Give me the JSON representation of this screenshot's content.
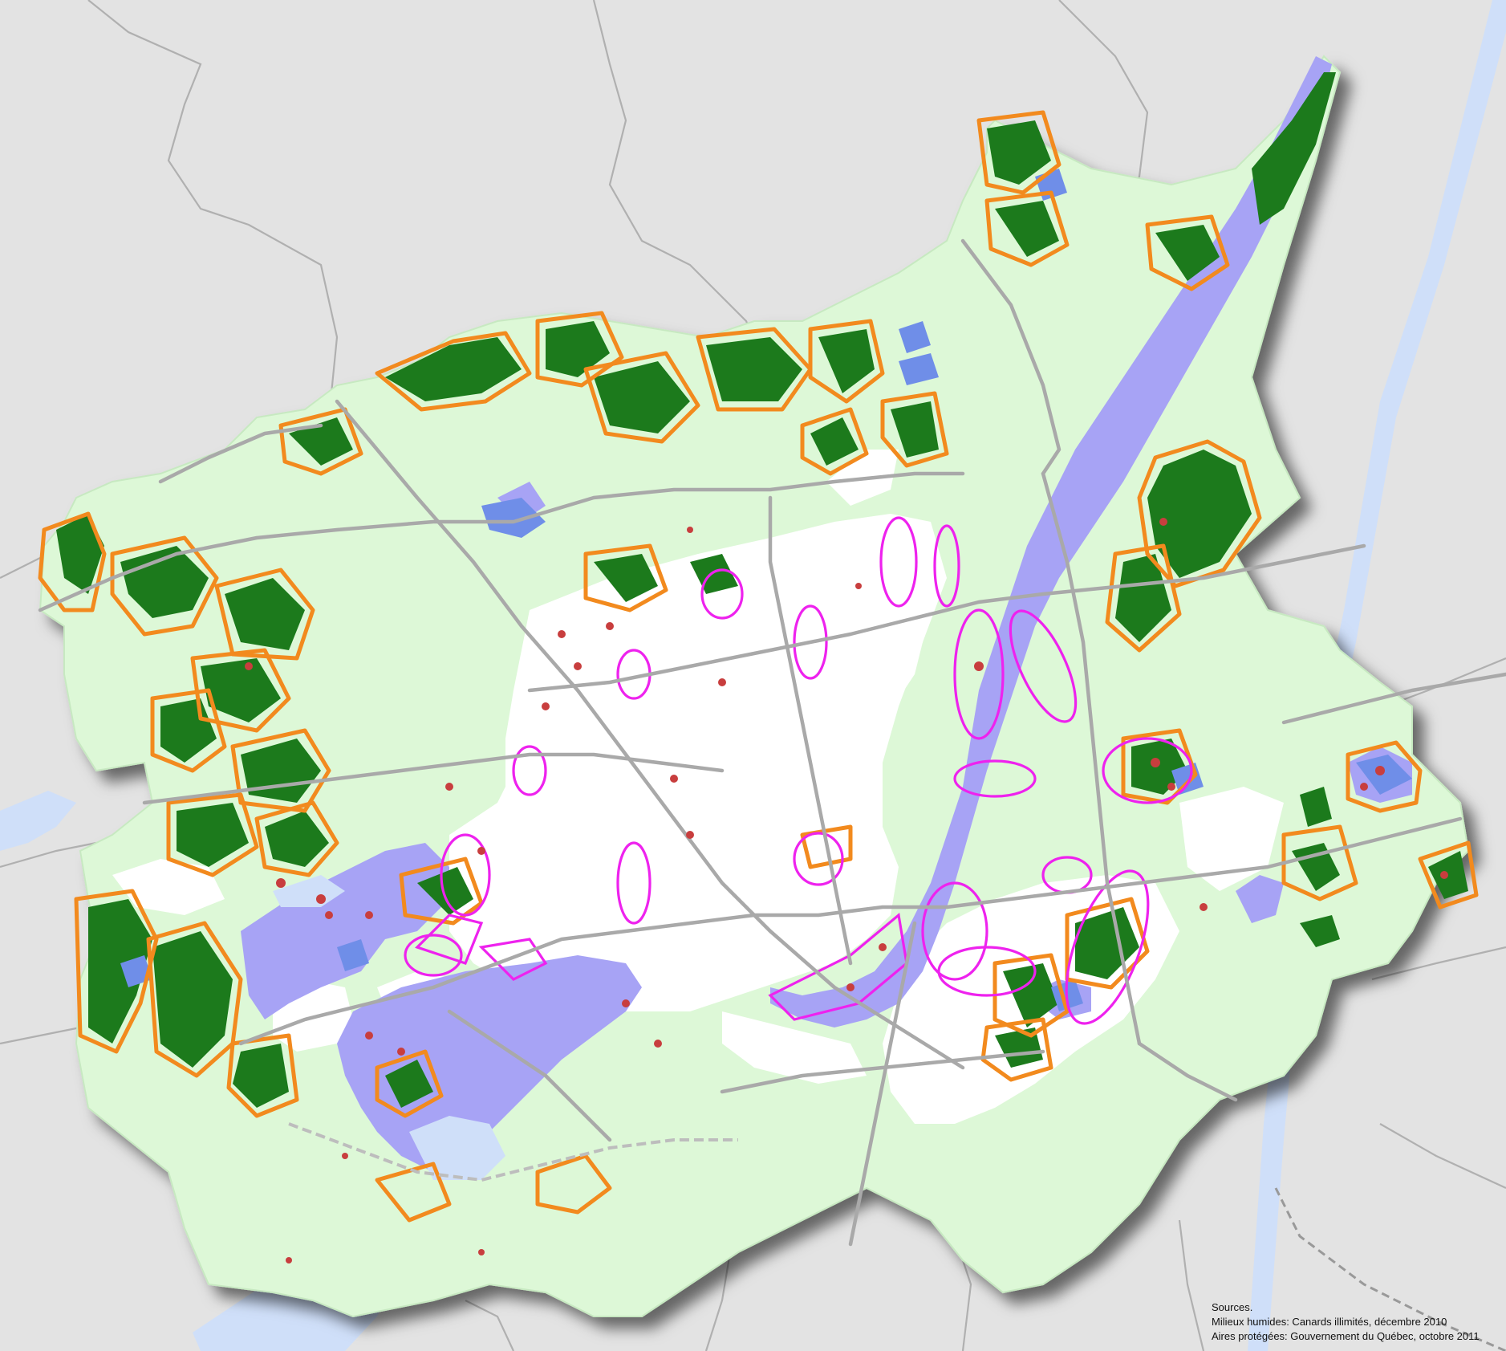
{
  "map": {
    "colors": {
      "background": "#e3e3e3",
      "region_fill": "#ddf8d7",
      "urban": "#ffffff",
      "forest": "#1c7a1c",
      "wetland": "#6f8ee8",
      "water": "#a7a3f5",
      "outer_water": "#cfdff9",
      "protected_area_outline": "#f28a1e",
      "ecological_corridor_outline": "#ee22ee",
      "roads": "#a9a9a9",
      "sites": "#c83e3e"
    },
    "layers": [
      "region-boundary",
      "water",
      "urban-area",
      "forests",
      "wetlands",
      "protected-areas",
      "corridors",
      "roads",
      "sites"
    ]
  },
  "sources": {
    "heading": "Sources.",
    "line1": "Milieux humides: Canards illimités, décembre 2010",
    "line2": "Aires protégées: Gouvernement du Québec, octobre 2011"
  }
}
